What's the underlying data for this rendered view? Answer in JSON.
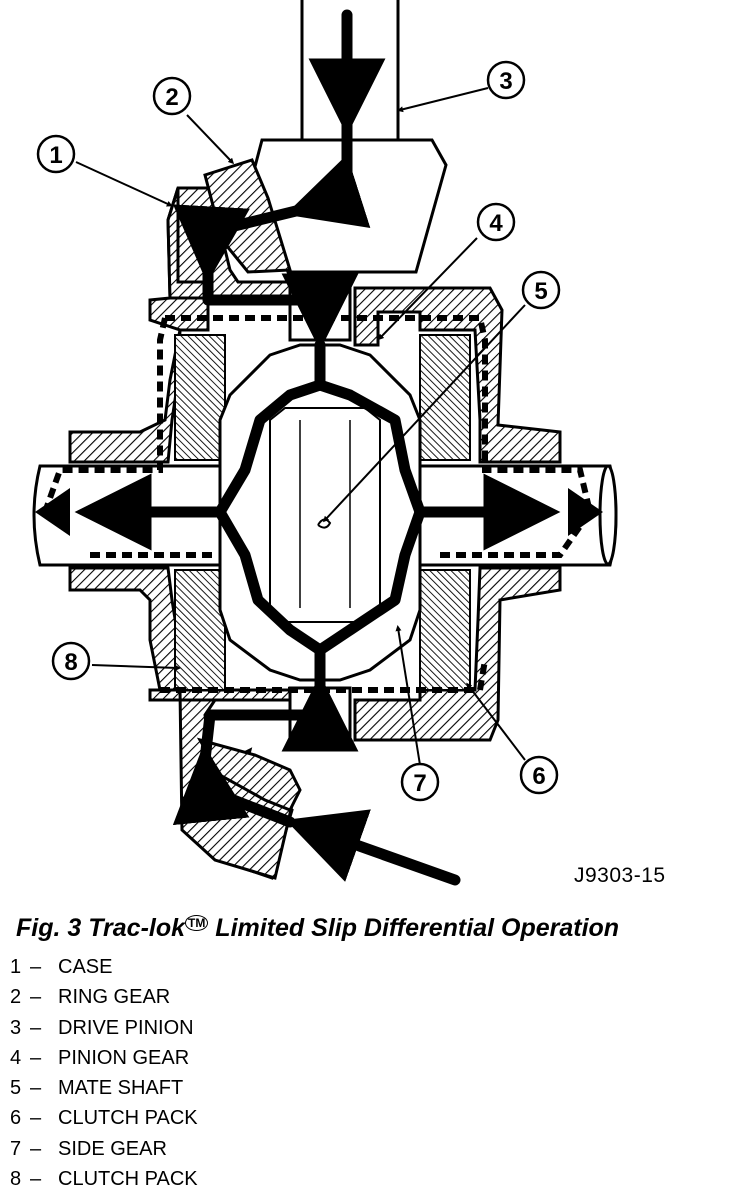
{
  "figure": {
    "code": "J9303-15",
    "title": "Fig. 3 Trac-lok",
    "trademark": "TM",
    "title_rest": " Limited Slip Differential Operation"
  },
  "callouts": [
    "1",
    "2",
    "3",
    "4",
    "5",
    "6",
    "7",
    "8"
  ],
  "legend": [
    {
      "num": "1",
      "dash": "–",
      "label": "CASE"
    },
    {
      "num": "2",
      "dash": "–",
      "label": "RING GEAR"
    },
    {
      "num": "3",
      "dash": "–",
      "label": "DRIVE PINION"
    },
    {
      "num": "4",
      "dash": "–",
      "label": "PINION GEAR"
    },
    {
      "num": "5",
      "dash": "–",
      "label": "MATE SHAFT"
    },
    {
      "num": "6",
      "dash": "–",
      "label": "CLUTCH PACK"
    },
    {
      "num": "7",
      "dash": "–",
      "label": "SIDE GEAR"
    },
    {
      "num": "8",
      "dash": "–",
      "label": "CLUTCH PACK"
    }
  ]
}
